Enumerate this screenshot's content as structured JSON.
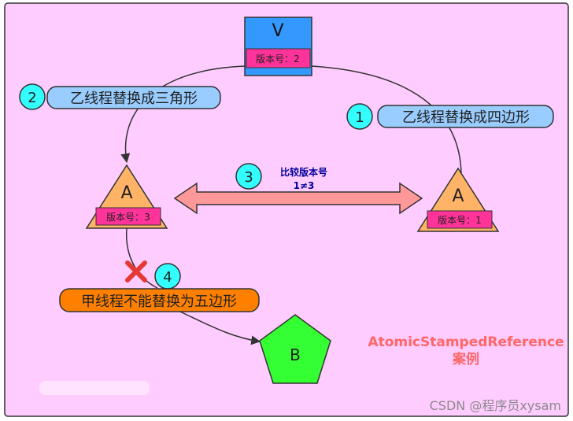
{
  "colors": {
    "frame_fill": "#FFCCFF",
    "frame_stroke": "#333333",
    "square_fill": "#3399FF",
    "version_tag_fill": "#FF3399",
    "triangle_fill": "#FFB366",
    "bubble_fill": "#33FFFF",
    "label_fill": "#99CCFF",
    "orange_label_fill": "#FF8000",
    "double_arrow_fill": "#FF9999",
    "pentagon_fill": "#33FF33",
    "cross_color": "#E53935",
    "title_color": "#FF6666",
    "compare_text_color": "#000099"
  },
  "top_box": {
    "letter": "V",
    "version": "版本号：2"
  },
  "left_triangle": {
    "letter": "A",
    "version": "版本号：3"
  },
  "right_triangle": {
    "letter": "A",
    "version": "版本号：1"
  },
  "pentagon": {
    "letter": "B"
  },
  "steps": [
    {
      "number": "1",
      "label": "乙线程替换成四边形"
    },
    {
      "number": "2",
      "label": "乙线程替换成三角形"
    },
    {
      "number": "3",
      "label_line1": "比较版本号",
      "label_line2": "1≠3"
    },
    {
      "number": "4",
      "label": "甲线程不能替换为五边形"
    }
  ],
  "title": {
    "line1": "AtomicStampedReference",
    "line2": "案例"
  },
  "watermark": "CSDN @程序员xysam",
  "icons": {
    "cross": "cross-icon"
  }
}
